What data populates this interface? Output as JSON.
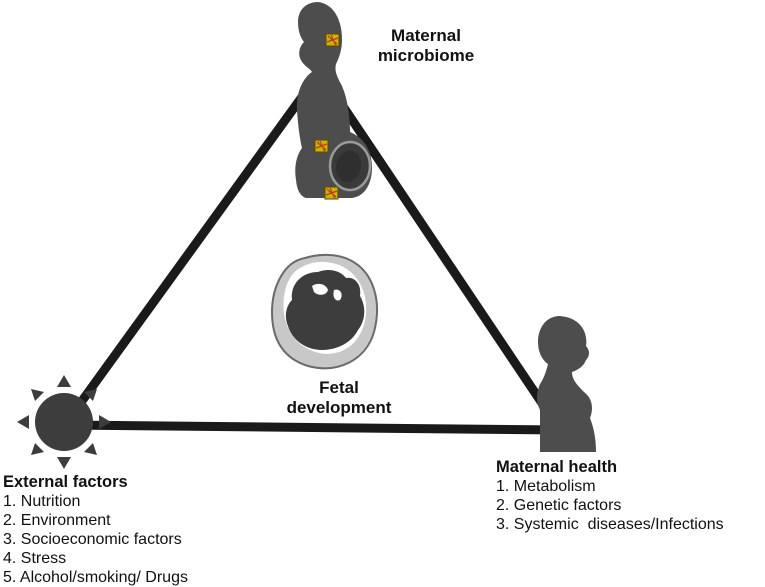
{
  "colors": {
    "triangle": "#1a1a1a",
    "figure": "#4d4d4d",
    "figure_dark": "#3a3a3a",
    "womb_outline": "#8a8a8a",
    "microbe": "#c9b400"
  },
  "icons": [
    "pregnant-woman-icon",
    "fetus-in-womb-icon",
    "sun-icon",
    "woman-bust-icon",
    "microbe-icon"
  ],
  "nodes": {
    "maternal_microbiome": {
      "line1": "Maternal",
      "line2": "microbiome"
    },
    "fetal_development": {
      "line1": "Fetal",
      "line2": "development"
    },
    "external_factors": {
      "title": "External factors",
      "items": [
        "1. Nutrition",
        "2. Environment",
        "3. Socioeconomic factors",
        "4. Stress",
        "5. Alcohol/smoking/ Drugs"
      ]
    },
    "maternal_health": {
      "title": "Maternal health",
      "items": [
        "1. Metabolism",
        "2. Genetic factors",
        "3. Systemic  diseases/Infections"
      ]
    }
  }
}
